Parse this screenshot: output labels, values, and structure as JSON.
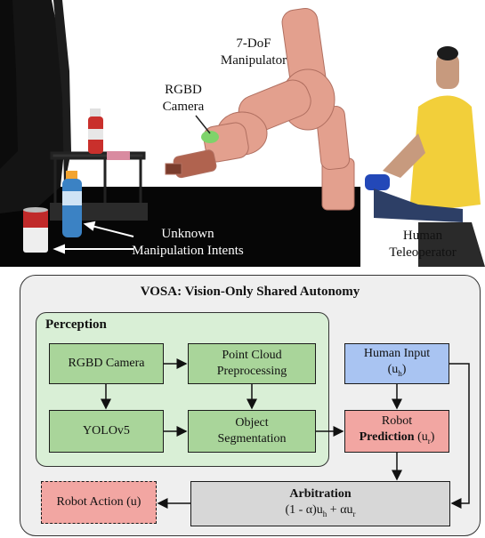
{
  "photo": {
    "labels": {
      "manipulator": [
        "7-DoF",
        "Manipulator"
      ],
      "camera": [
        "RGBD",
        "Camera"
      ],
      "intents": [
        "Unknown",
        "Manipulation Intents"
      ],
      "teleoperator": [
        "Human",
        "Teleoperator"
      ]
    }
  },
  "diagram": {
    "title": "VOSA: Vision-Only Shared Autonomy",
    "perception_title": "Perception",
    "rgbd_camera": "RGBD Camera",
    "point_cloud": [
      "Point Cloud",
      "Preprocessing"
    ],
    "yolo": "YOLOv5",
    "segmentation": [
      "Object",
      "Segmentation"
    ],
    "human_input": "Human Input",
    "human_input_symbol": "(u",
    "human_input_sub": "h",
    "robot_prediction": [
      "Robot",
      "Prediction"
    ],
    "robot_prediction_symbol": "(u",
    "robot_prediction_sub": "r",
    "arbitration": "Arbitration",
    "arbitration_formula": {
      "part1": "(1 - α)u",
      "sub1": "h",
      "part2": "+ αu",
      "sub2": "r"
    },
    "robot_action": "Robot Action (u)"
  },
  "colors": {
    "perception_panel": "#d9efd6",
    "green_box": "#a9d59a",
    "blue_box": "#a9c4f2",
    "red_box": "#f2a6a2",
    "gray_box": "#d7d7d7",
    "outer_panel": "#efefef"
  }
}
